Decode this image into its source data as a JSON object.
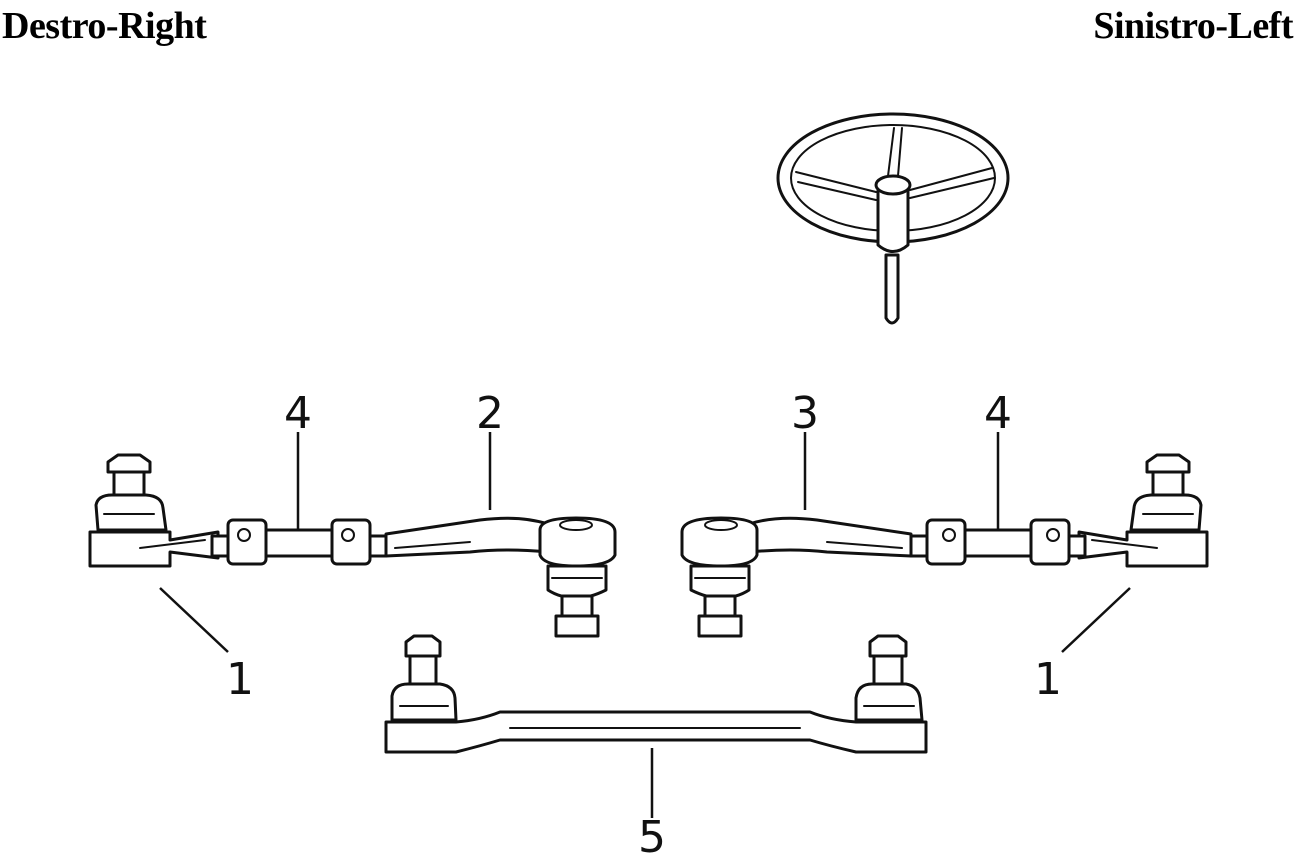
{
  "header": {
    "left_label": "Destro-Right",
    "right_label": "Sinistro-Left"
  },
  "callouts": [
    {
      "id": "c4a",
      "text": "4"
    },
    {
      "id": "c2",
      "text": "2"
    },
    {
      "id": "c3",
      "text": "3"
    },
    {
      "id": "c4b",
      "text": "4"
    },
    {
      "id": "c1a",
      "text": "1"
    },
    {
      "id": "c1b",
      "text": "1"
    },
    {
      "id": "c5",
      "text": "5"
    }
  ],
  "icons": {
    "steering_wheel": "steering-wheel-icon"
  }
}
